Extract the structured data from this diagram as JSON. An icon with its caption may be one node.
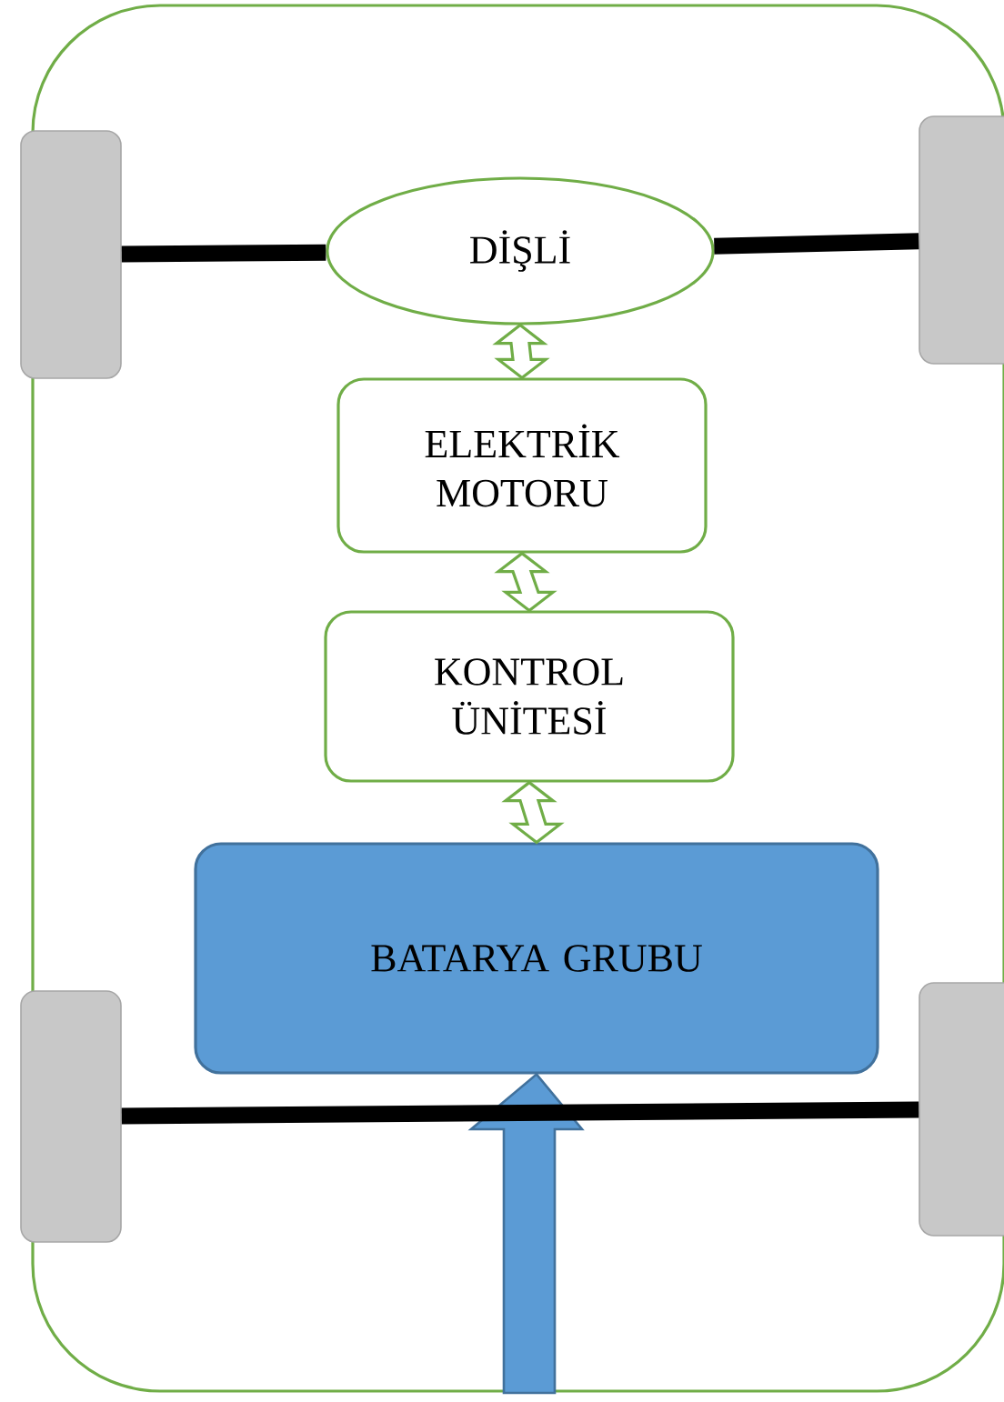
{
  "diagram": {
    "nodes": [
      {
        "text": [
          "DİŞLİ"
        ]
      },
      {
        "text": [
          "ELEKTRİK MOTORU"
        ]
      },
      {
        "text": [
          "KONTROL ÜNİTESİ"
        ]
      },
      {
        "text": [
          "BATARYA GRUBU"
        ]
      },
      {
        "text": [],
        "shape": "box"
      },
      {
        "text": [],
        "shape": "box"
      },
      {
        "text": [],
        "shape": "box"
      },
      {
        "text": [],
        "shape": "box"
      }
    ],
    "edges": [
      {
        "from": 0,
        "to": 1,
        "arrow": "both"
      },
      {
        "from": 1,
        "to": 2,
        "arrow": "both"
      },
      {
        "from": 2,
        "to": 3,
        "arrow": "both"
      },
      {
        "from": null,
        "to": 3,
        "arrow": "to",
        "style": "thick",
        "color": "#5b9bd5"
      },
      {
        "from": 4,
        "to": 0,
        "arrow": "none",
        "color": "#000000"
      },
      {
        "from": 0,
        "to": 5,
        "arrow": "none",
        "color": "#000000"
      },
      {
        "from": 6,
        "to": 7,
        "arrow": "none",
        "color": "#000000"
      }
    ]
  }
}
